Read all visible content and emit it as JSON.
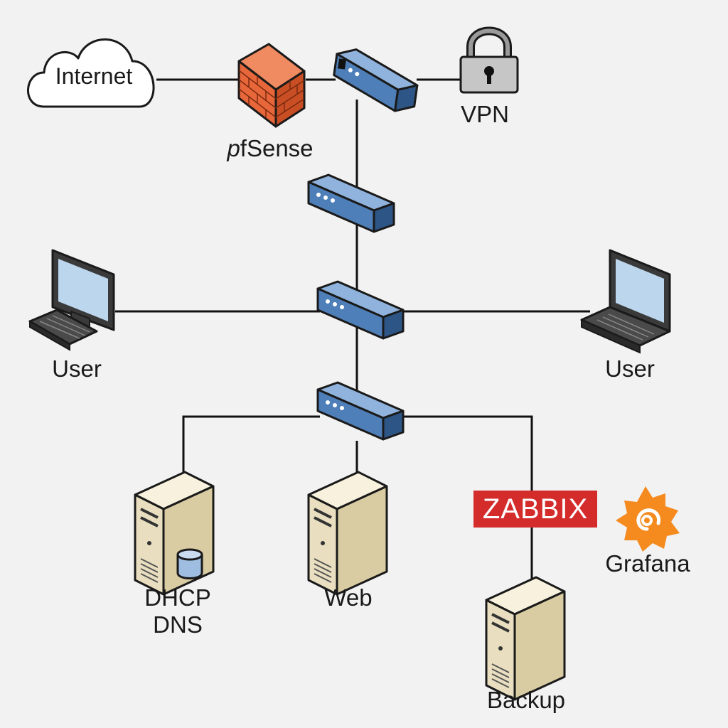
{
  "nodes": {
    "internet": {
      "label": "Internet",
      "icon": "cloud-icon"
    },
    "firewall": {
      "label_prefix": "p",
      "label_rest": "fSense",
      "icon": "firewall-icon"
    },
    "vpn": {
      "label": "VPN",
      "icon": "padlock-icon"
    },
    "user_left": {
      "label": "User",
      "icon": "desktop-computer-icon"
    },
    "user_right": {
      "label": "User",
      "icon": "laptop-icon"
    },
    "dhcp_dns": {
      "label_line1": "DHCP",
      "label_line2": "DNS",
      "icon": "server-database-icon"
    },
    "web": {
      "label": "Web",
      "icon": "server-icon"
    },
    "backup": {
      "label": "Backup",
      "icon": "server-icon"
    },
    "zabbix": {
      "label": "ZABBIX",
      "icon": "zabbix-logo"
    },
    "grafana": {
      "label": "Grafana",
      "icon": "grafana-logo-icon"
    },
    "switches": {
      "icon": "network-switch-icon",
      "count": 4
    }
  },
  "colors": {
    "background": "#f2f2f2",
    "switch_blue": "#4f7fb8",
    "firewall_orange": "#e8673a",
    "zabbix_red": "#d42b2b",
    "grafana_orange": "#f58a1f",
    "server_beige": "#e9dfc0",
    "screen_blue": "#bcd6ee"
  }
}
